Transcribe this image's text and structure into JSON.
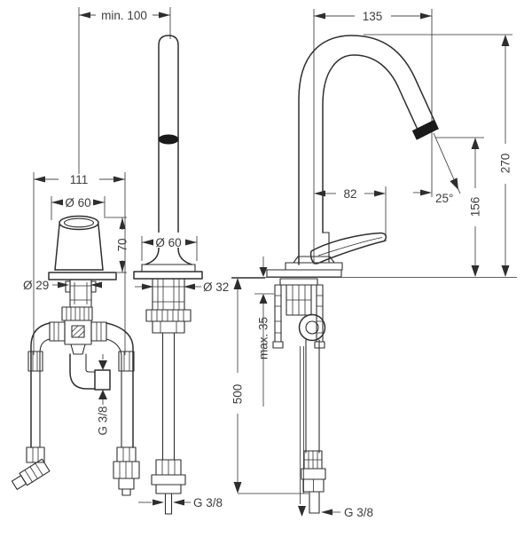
{
  "drawing": {
    "colors": {
      "line": "#2e2e2e",
      "dimension_text": "#3d3d3d",
      "background": "#ffffff",
      "aerator_fill": "#1a1a1a"
    },
    "dimensions": {
      "min_wall_clearance": "min. 100",
      "spout_reach": "135",
      "spout_height": "270",
      "outlet_height": "156",
      "handle_projection": "82",
      "outlet_angle": "25°",
      "valve_assembly_width": "111",
      "handle_diameter": "Ø 60",
      "handle_height": "70",
      "handle_shank_diameter": "Ø 29",
      "spout_escutcheon_diameter": "Ø 60",
      "spout_shank_diameter": "Ø 32",
      "max_counter_thickness": "max. 35",
      "hose_length": "500",
      "valve_connection_thread": "G 3/8",
      "spout_connection_thread": "G 3/8",
      "hose_connection_thread": "G 3/8"
    }
  }
}
